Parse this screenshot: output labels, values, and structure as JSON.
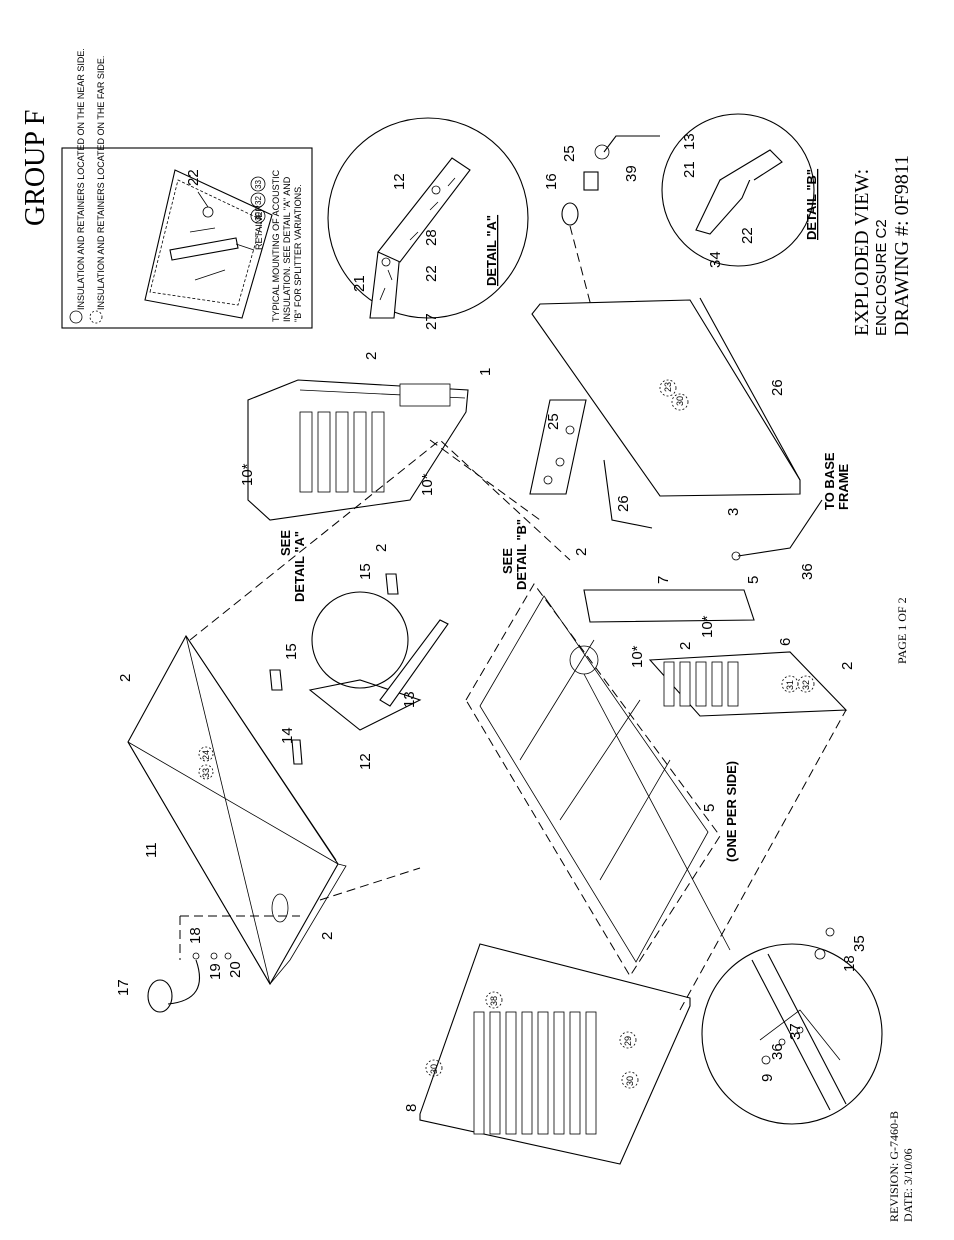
{
  "group_title": "GROUP F",
  "legend": {
    "near_side": "INSULATION AND RETAINERS LOCATED ON THE NEAR SIDE.",
    "far_side": "INSULATION AND RETAINERS LOCATED ON THE FAR SIDE.",
    "retainer_label": "RETAINER",
    "retainer_nums": [
      "30",
      "32",
      "33"
    ],
    "callout": "22",
    "typical_line1": "TYPICAL MOUNTING OF ACOUSTIC",
    "typical_line2": "INSULATION. SEE DETAIL \"A\" AND",
    "typical_line3": "\"B\" FOR SPLITTER VARIATIONS."
  },
  "detail_a": {
    "title": "DETAIL \"A\"",
    "callouts": [
      "21",
      "12",
      "28",
      "22",
      "27"
    ]
  },
  "detail_b": {
    "title": "DETAIL \"B\"",
    "callouts": [
      "21",
      "13",
      "22",
      "34"
    ]
  },
  "detail_c": {
    "callouts": [
      "9",
      "36",
      "37",
      "18",
      "35"
    ]
  },
  "title_block": {
    "line1": "EXPLODED VIEW:",
    "line2": "ENCLOSURE C2",
    "line3": "DRAWING #: 0F9811"
  },
  "revision": {
    "line1": "REVISION: G-7460-B",
    "line2": "DATE: 3/10/06"
  },
  "page": "PAGE 1 OF 2",
  "notes": {
    "see_detail_a_1": "SEE",
    "see_detail_a_2": "DETAIL \"A\"",
    "see_detail_b_1": "SEE",
    "see_detail_b_2": "DETAIL \"B\"",
    "one_per_side": "(ONE PER SIDE)",
    "to_base_1": "TO BASE",
    "to_base_2": "FRAME"
  },
  "callouts": {
    "c1": "1",
    "c2": "2",
    "c3": "3",
    "c5": "5",
    "c6": "6",
    "c7": "7",
    "c8": "8",
    "c10": "10*",
    "c11": "11",
    "c12": "12",
    "c13": "13",
    "c14": "14",
    "c15": "15",
    "c16": "16",
    "c17": "17",
    "c18": "18",
    "c19": "19",
    "c20": "20",
    "c25": "25",
    "c26": "26",
    "c36": "36",
    "c39": "39"
  },
  "circled": {
    "n23": "23",
    "n24": "24",
    "n29": "29",
    "n30": "30",
    "n31": "31",
    "n32": "32",
    "n33": "33",
    "n38": "38"
  }
}
